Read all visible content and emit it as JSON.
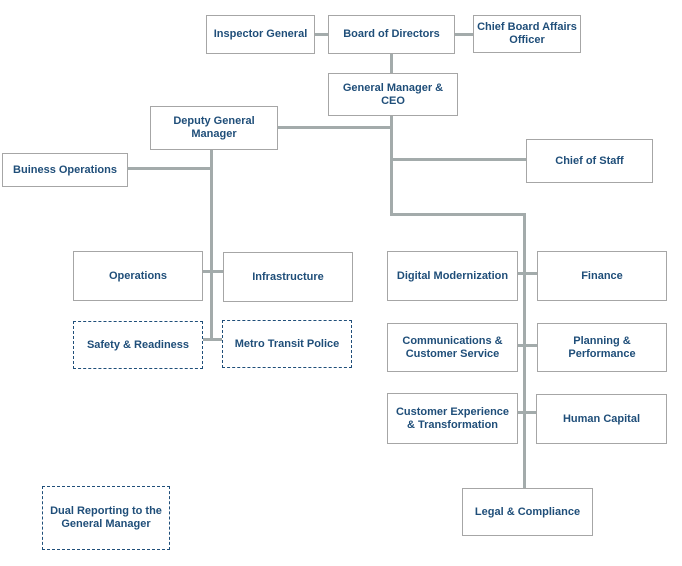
{
  "diagram": {
    "type": "org-chart",
    "nodes": {
      "inspector_general": {
        "label": "Inspector General"
      },
      "board_of_directors": {
        "label": "Board of Directors"
      },
      "chief_board_affairs_officer": {
        "label": "Chief Board Affairs Officer"
      },
      "general_manager_ceo": {
        "label": "General Manager & CEO"
      },
      "deputy_general_manager": {
        "label": "Deputy General Manager"
      },
      "buiness_operations": {
        "label": "Buiness Operations"
      },
      "chief_of_staff": {
        "label": "Chief of Staff"
      },
      "operations": {
        "label": "Operations"
      },
      "infrastructure": {
        "label": "Infrastructure"
      },
      "safety_readiness": {
        "label": "Safety & Readiness",
        "dual_reporting": true
      },
      "metro_transit_police": {
        "label": "Metro Transit Police",
        "dual_reporting": true
      },
      "digital_modernization": {
        "label": "Digital Modernization"
      },
      "finance": {
        "label": "Finance"
      },
      "communications_customer_service": {
        "label": "Communications & Customer Service"
      },
      "planning_performance": {
        "label": "Planning & Performance"
      },
      "customer_experience_transformation": {
        "label": "Customer Experience & Transformation"
      },
      "human_capital": {
        "label": "Human Capital"
      },
      "legal_compliance": {
        "label": "Legal & Compliance"
      }
    },
    "legend": {
      "dual_reporting_label": "Dual Reporting to the General Manager"
    },
    "colors": {
      "text": "#1F4E79",
      "solid_box_border": "#A6A6A6",
      "dashed_box_border": "#1F4E79",
      "connector": "#A3ABAB",
      "background": "#FFFFFF"
    }
  }
}
